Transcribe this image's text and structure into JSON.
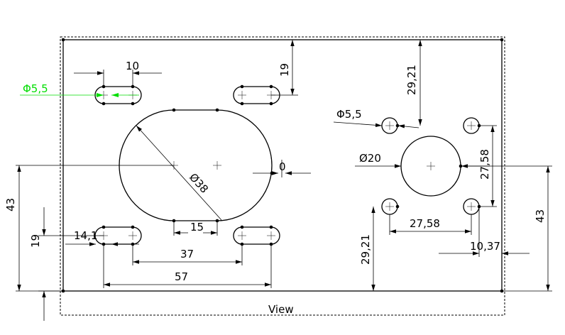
{
  "colors": {
    "line": "#000000",
    "selected": "#00dd00",
    "background": "#ffffff"
  },
  "view_label": "View",
  "dimensions": {
    "slot_pitch_top": "10",
    "slot_hole_dia": "Φ5,5",
    "top_slot_offset": "19",
    "big_slot_radius": "Ø38",
    "big_slot_flat": "15",
    "zero_dim": "0",
    "left_height": "43",
    "left_lower": "19",
    "slot_width_lower": "14,1",
    "spacing_37": "37",
    "spacing_57": "57",
    "right_top": "29,21",
    "right_hole_dia": "Φ5,5",
    "right_circle_dia": "Ø20",
    "right_vertical": "27,58",
    "right_horizontal": "27,58",
    "right_bottom": "29,21",
    "right_small": "10,37",
    "right_height": "43"
  }
}
